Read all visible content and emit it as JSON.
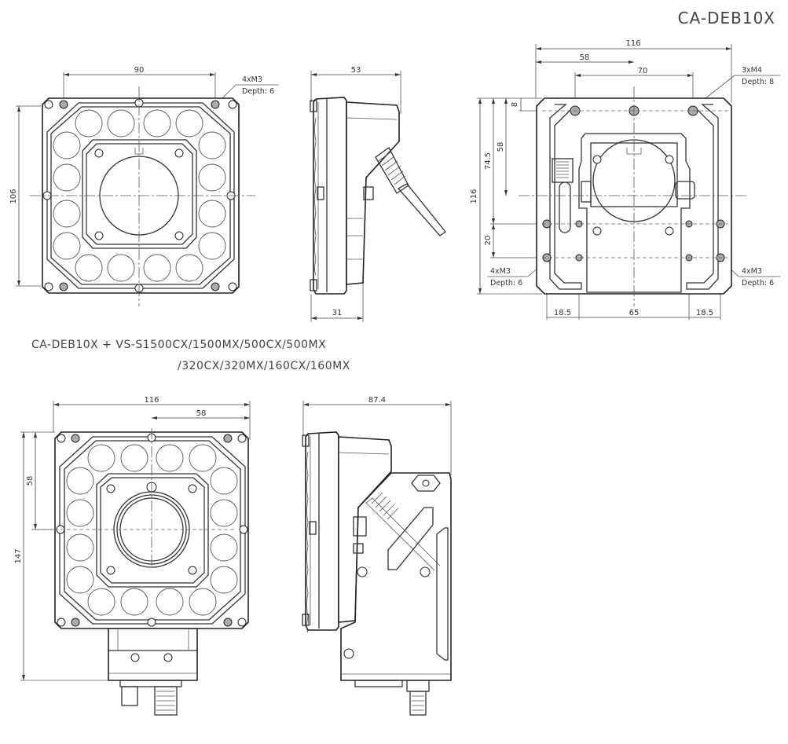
{
  "title": "CA-DEB10X",
  "combo_caption": {
    "line1": "CA-DEB10X + VS-S1500CX/1500MX/500CX/500MX",
    "line2": "/320CX/320MX/160CX/160MX"
  },
  "views": {
    "front_top": {
      "dim_width": "90",
      "dim_height": "106",
      "note_line1": "4xM3",
      "note_line2": "Depth: 6"
    },
    "side_top": {
      "dim_depth_total": "53",
      "dim_depth_body": "31"
    },
    "rear_top": {
      "dim_width_total": "116",
      "dim_half": "58",
      "dim_hole_span": "70",
      "dim_height_total": "116",
      "dim_74_5": "74.5",
      "dim_58_v": "58",
      "dim_8": "8",
      "dim_20": "20",
      "dim_left_18_5": "18.5",
      "dim_65": "65",
      "dim_right_18_5": "18.5",
      "note_top_right_line1": "3xM4",
      "note_top_right_line2": "Depth: 8",
      "note_bottom_left_line1": "4xM3",
      "note_bottom_left_line2": "Depth: 6",
      "note_bottom_right_line1": "4xM3",
      "note_bottom_right_line2": "Depth: 6"
    },
    "front_bottom": {
      "dim_width": "116",
      "dim_half": "58",
      "dim_center_v": "58",
      "dim_height_total": "147"
    },
    "side_bottom": {
      "dim_depth_total": "87.4"
    }
  }
}
